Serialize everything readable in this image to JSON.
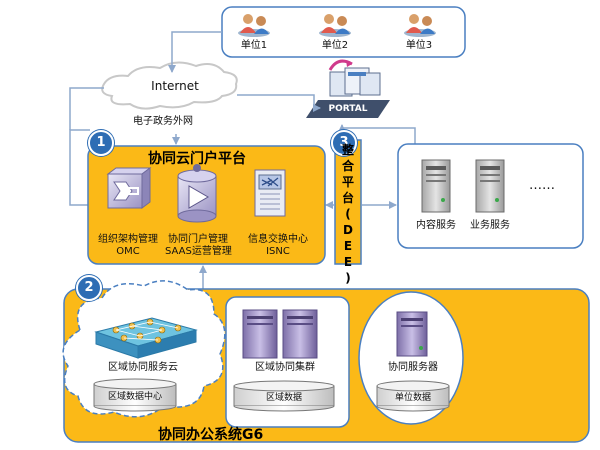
{
  "units": [
    "单位1",
    "单位2",
    "单位3"
  ],
  "internet": {
    "label": "Internet",
    "sublabel": "电子政务外网"
  },
  "portal": {
    "label": "PORTAL"
  },
  "badges": {
    "one": "1",
    "two": "2",
    "three": "3"
  },
  "platform": {
    "title": "协同云门户平台",
    "omc": {
      "line1": "组织架构管理",
      "line2": "OMC"
    },
    "portal_mgmt": {
      "line1": "协同门户管理",
      "line2": "SAAS运营管理"
    },
    "isnc": {
      "line1": "信息交换中心",
      "line2": "ISNC"
    }
  },
  "dee": {
    "chars": [
      "整",
      "合",
      "平",
      "台",
      "(",
      "D",
      "E",
      "E",
      ")"
    ]
  },
  "services": {
    "content": "内容服务",
    "business": "业务服务",
    "more": "……"
  },
  "g6": {
    "title": "协同办公系统G6",
    "cloud": {
      "label": "区域协同服务云",
      "db": "区域数据中心"
    },
    "cluster": {
      "label": "区域协同集群",
      "db": "区域数据"
    },
    "server": {
      "label": "协同服务器",
      "db": "单位数据"
    }
  },
  "colors": {
    "accent": "#fbb917",
    "border": "#4a7fc1",
    "badge": "#2e6db4",
    "arrow": "#8ea8cc"
  }
}
